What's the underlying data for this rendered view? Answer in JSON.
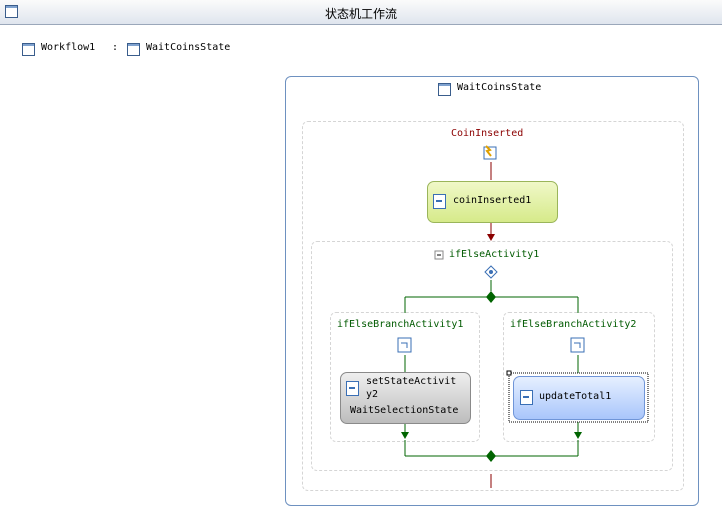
{
  "window": {
    "title": "状态机工作流"
  },
  "breadcrumb": {
    "root": "Workflow1",
    "separator": ":",
    "state": "WaitCoinsState"
  },
  "state": {
    "title": "WaitCoinsState",
    "event_driven": "CoinInserted",
    "handle_activity": "coinInserted1",
    "ifelse": {
      "title": "ifElseActivity1",
      "branch1": {
        "title": "ifElseBranchActivity1",
        "activity_line1": "setStateActivit",
        "activity_line2": "y2",
        "activity_line3": "WaitSelectionState"
      },
      "branch2": {
        "title": "ifElseBranchActivity2",
        "activity": "updateTotal1"
      }
    }
  },
  "colors": {
    "connector_green": "#006400",
    "connector_red": "#8b0000",
    "state_border": "#6e91c0"
  },
  "icons": [
    "window-icon",
    "workflow-icon",
    "state-icon",
    "event-icon",
    "activity-icon",
    "ifelse-icon",
    "branch-icon",
    "collapse-icon"
  ]
}
